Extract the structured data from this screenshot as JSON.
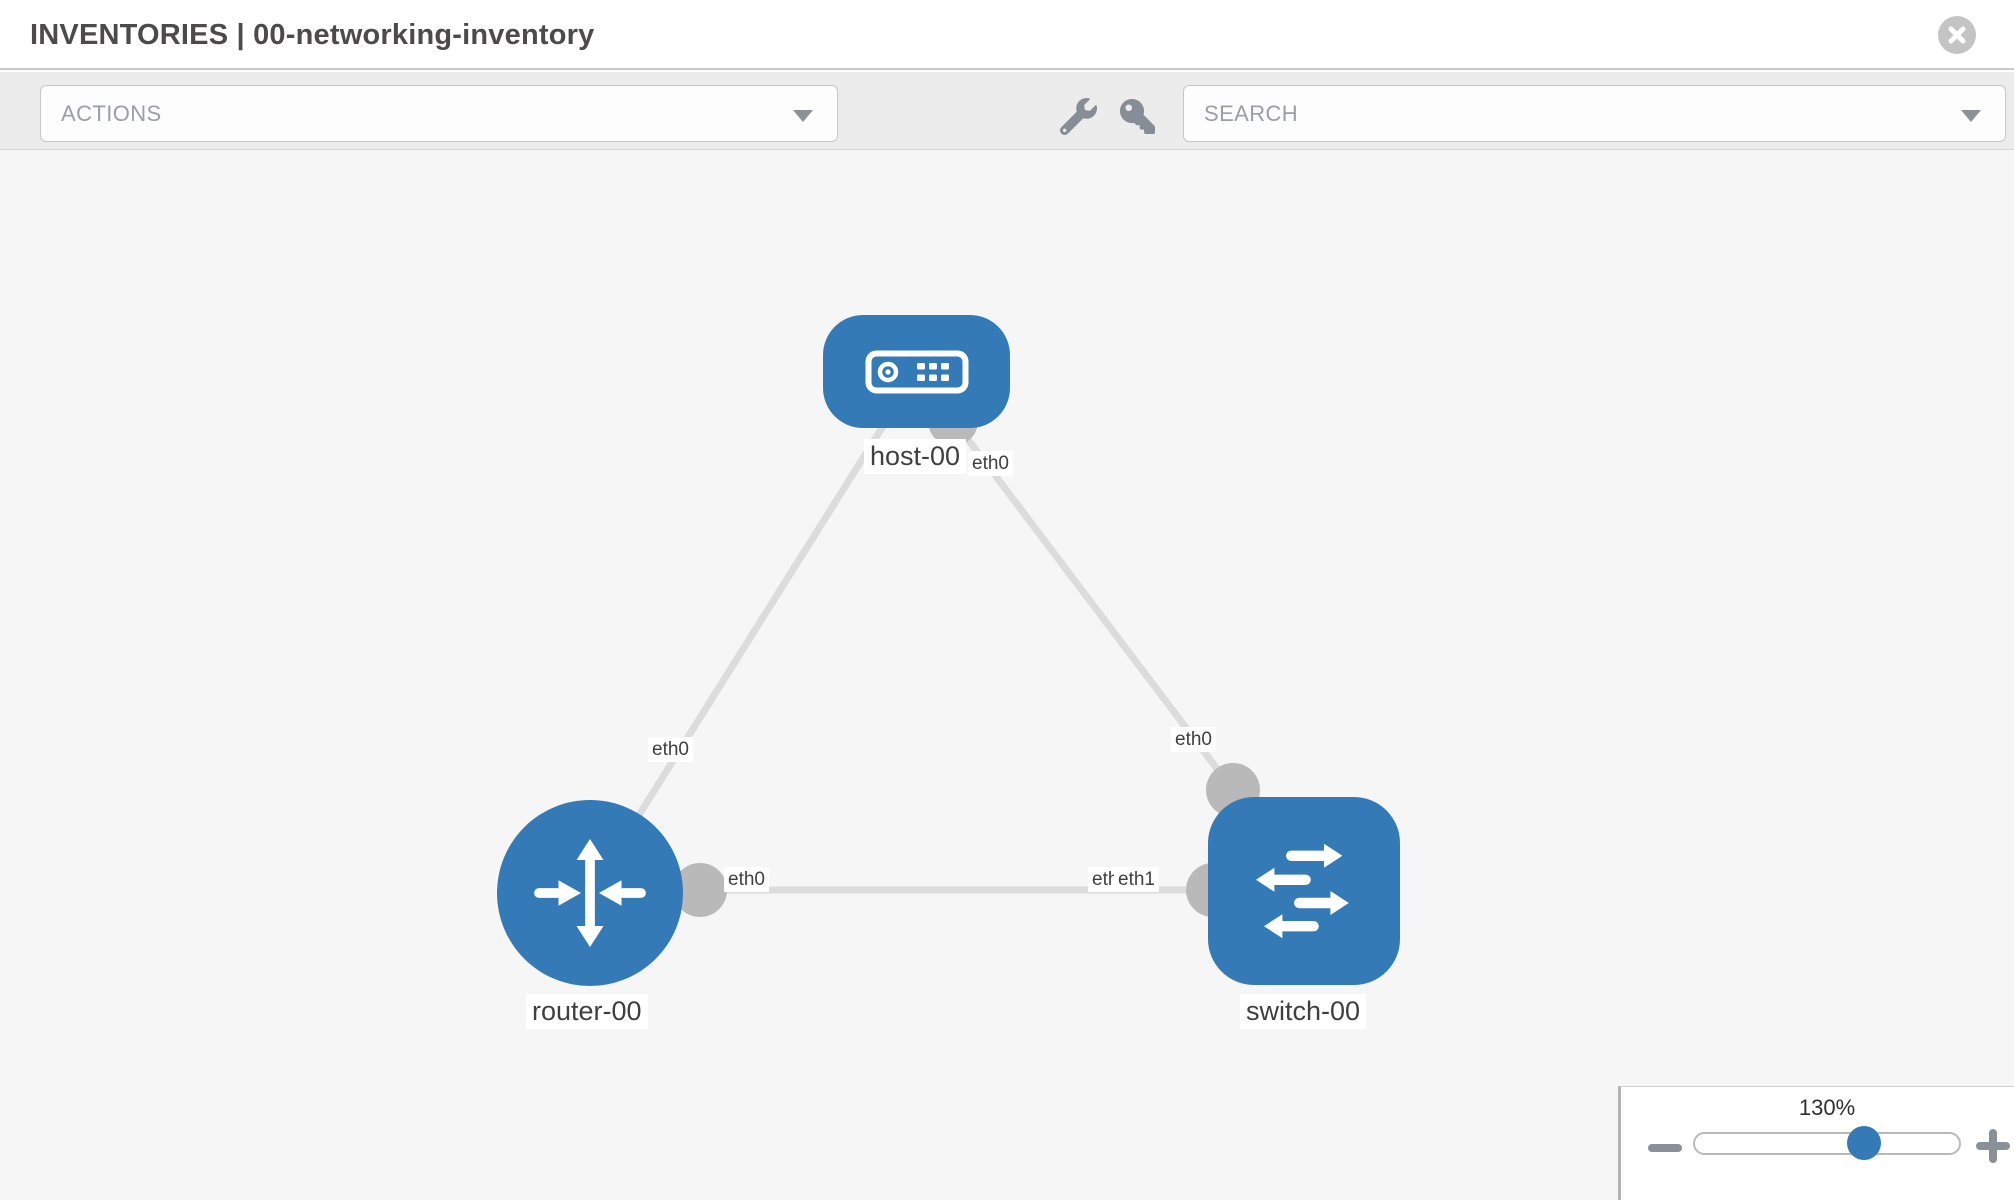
{
  "header": {
    "title": "INVENTORIES | 00-networking-inventory"
  },
  "toolbar": {
    "actions_label": "ACTIONS",
    "search_placeholder": "SEARCH",
    "tool_icons": [
      "wrench-icon",
      "key-icon"
    ]
  },
  "topology": {
    "nodes": [
      {
        "label": "host-00",
        "type": "host"
      },
      {
        "label": "router-00",
        "type": "router"
      },
      {
        "label": "switch-00",
        "type": "switch"
      }
    ],
    "links": [
      {
        "from": "host-00",
        "from_label": "eth0",
        "to": "router-00",
        "to_label": "eth0"
      },
      {
        "from": "host-00",
        "from_label": "eth0",
        "to": "switch-00",
        "to_label": "eth0"
      },
      {
        "from": "router-00",
        "from_label": "eth0",
        "to": "switch-00",
        "to_label": "eth1",
        "to_label_behind": "eth0"
      }
    ]
  },
  "zoom_control": {
    "level": "130%",
    "percent": 64
  },
  "colors": {
    "node_blue": "#337ab7",
    "link_gray": "#dcdcdc",
    "connector_gray": "#b9b9b9",
    "icon_gray": "#878d96",
    "canvas_bg": "#f6f6f6"
  }
}
